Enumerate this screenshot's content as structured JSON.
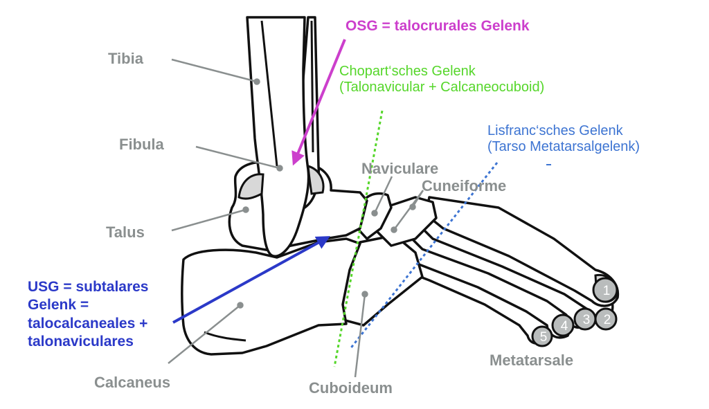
{
  "labels": {
    "tibia": "Tibia",
    "fibula": "Fibula",
    "talus": "Talus",
    "calcaneus": "Calcaneus",
    "naviculare": "Naviculare",
    "cuneiforme": "Cuneiforme",
    "cuboideum": "Cuboideum",
    "metatarsale": "Metatarsale"
  },
  "joints": {
    "osg": "OSG = talocrurales Gelenk",
    "chopart_line1": "Chopart‘sches Gelenk",
    "chopart_line2": "(Talonavicular + Calcaneocuboid)",
    "lisfranc_line1": "Lisfranc‘sches Gelenk",
    "lisfranc_line2": "(Tarso Metatarsalgelenk)",
    "usg_line1": "USG = subtalares",
    "usg_line2": "Gelenk =",
    "usg_line3": "talocalcaneales +",
    "usg_line4": "talonaviculares"
  },
  "metatarsal_numbers": [
    "1",
    "2",
    "3",
    "4",
    "5"
  ],
  "colors": {
    "bone_outline": "#111111",
    "bone_fill": "#ffffff",
    "cartilage": "#d8d8d8",
    "label_gray": "#8a8f8f",
    "osg": "#cc3fcc",
    "chopart": "#55d62a",
    "lisfranc": "#3d74d2",
    "usg": "#2b39c8"
  }
}
